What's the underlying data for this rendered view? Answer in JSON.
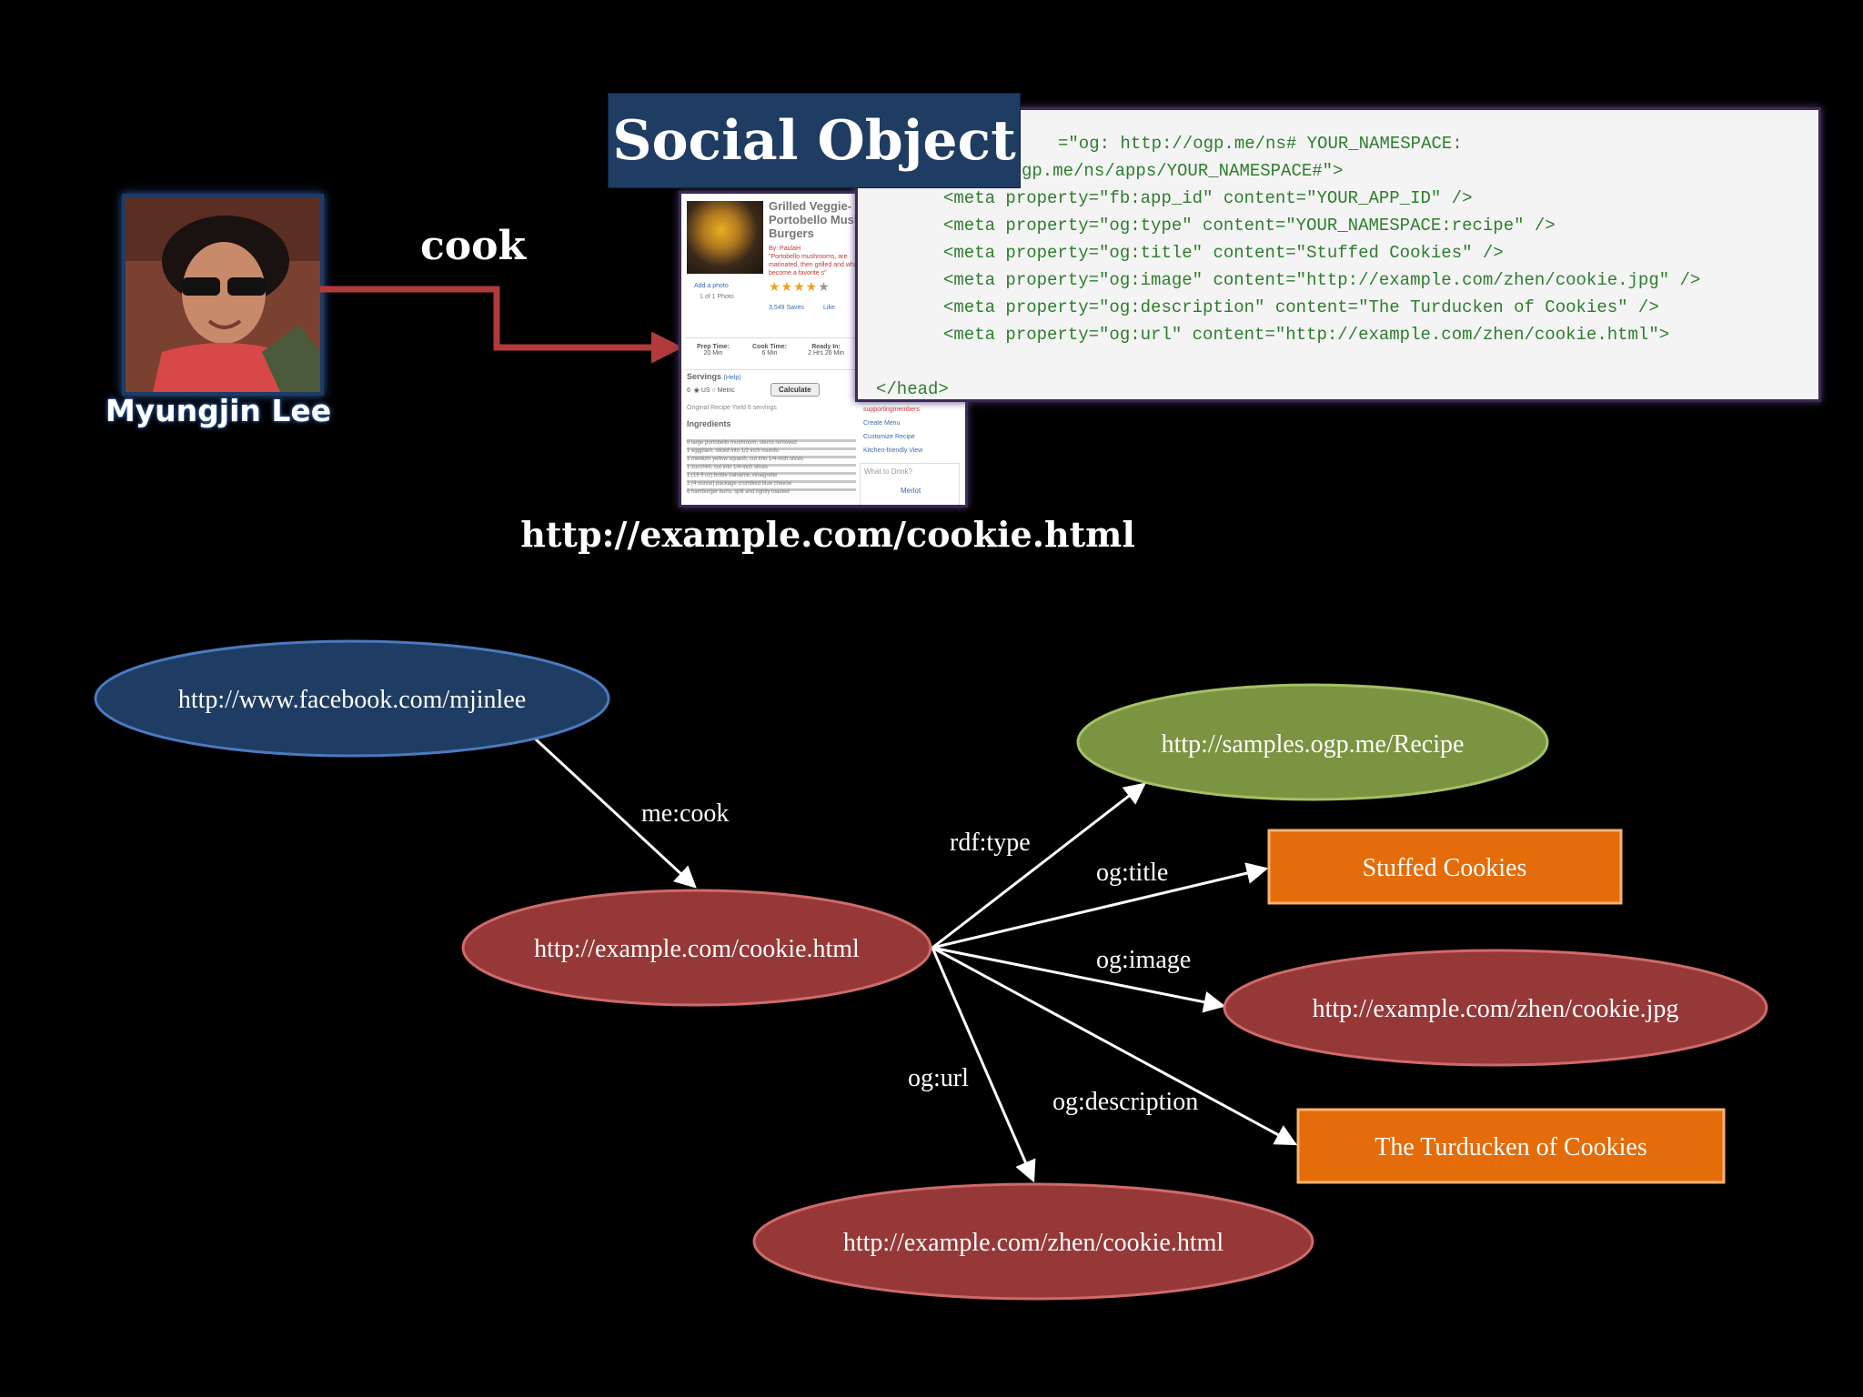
{
  "person": {
    "name": "Myungjin Lee"
  },
  "verb": "cook",
  "social_object": {
    "title": "Social Object",
    "url": "http://example.com/cookie.html",
    "recipe": {
      "title": "Grilled Veggie-Portobello Mush Burgers",
      "by": "By: PaulaH",
      "desc": "\"Portobello mushrooms, are marinated, then grilled and what's become a favorite s\"",
      "add_photo": "Add a photo",
      "photo_count": "1 of 1 Photo",
      "saves": "3,549 Saves",
      "like": "Like",
      "prep_time": "Prep Time:",
      "prep_val": "20 Min",
      "cook_time": "Cook Time:",
      "cook_val": "6 Min",
      "ready_in": "Ready In:",
      "ready_val": "2 Hrs 26 Min",
      "servings": "Servings",
      "help": "(Help)",
      "servings_val": "6",
      "us": "US",
      "metric": "Metric",
      "calculate": "Calculate",
      "original_yield": "Original Recipe Yield 6 servings",
      "ingredients": "Ingredients",
      "supporting": "supportingmembers",
      "create_menu": "Create Menu",
      "customize": "Customize Recipe",
      "kitchen_view": "Kitchen-friendly View",
      "what_to_drink": "What to Drink?",
      "merlot": "Merlot",
      "ingredient_lines": [
        "6 large portobello mushroom, stems removed",
        "1 eggplant, sliced into 1/2 inch rounds",
        "1 medium yellow squash, cut into 1/4-inch slices",
        "1 zucchini, cut into 1/4-inch slices",
        "1 (16 fl oz) bottle balsamic vinaigrette",
        "1 (4 ounce) package crumbled blue cheese",
        "6 hamburger buns, split and lightly toasted"
      ]
    }
  },
  "code_lines": [
    "=\"og: http://ogp.me/ns# YOUR_NAMESPACE:",
    "gp.me/ns/apps/YOUR_NAMESPACE#\">",
    "<meta property=\"fb:app_id\" content=\"YOUR_APP_ID\" />",
    "<meta property=\"og:type\" content=\"YOUR_NAMESPACE:recipe\" />",
    "<meta property=\"og:title\" content=\"Stuffed Cookies\" />",
    "<meta property=\"og:image\" content=\"http://example.com/zhen/cookie.jpg\" />",
    "<meta property=\"og:description\" content=\"The Turducken of Cookies\" />",
    "<meta property=\"og:url\" content=\"http://example.com/zhen/cookie.html\">",
    "",
    "</head>"
  ],
  "graph": {
    "nodes": {
      "person": "http://www.facebook.com/mjinlee",
      "object": "http://example.com/cookie.html",
      "recipe_type": "http://samples.ogp.me/Recipe",
      "title": "Stuffed Cookies",
      "image": "http://example.com/zhen/cookie.jpg",
      "description": "The Turducken of Cookies",
      "url": "http://example.com/zhen/cookie.html"
    },
    "edges": {
      "cook": "me:cook",
      "type": "rdf:type",
      "title": "og:title",
      "image": "og:image",
      "url": "og:url",
      "description": "og:description"
    }
  },
  "colors": {
    "person_node": "#1f3c62",
    "resource_node": "#963838",
    "type_node": "#7b9441",
    "literal_node": "#e46c0a",
    "arrow": "#b23a3a"
  }
}
